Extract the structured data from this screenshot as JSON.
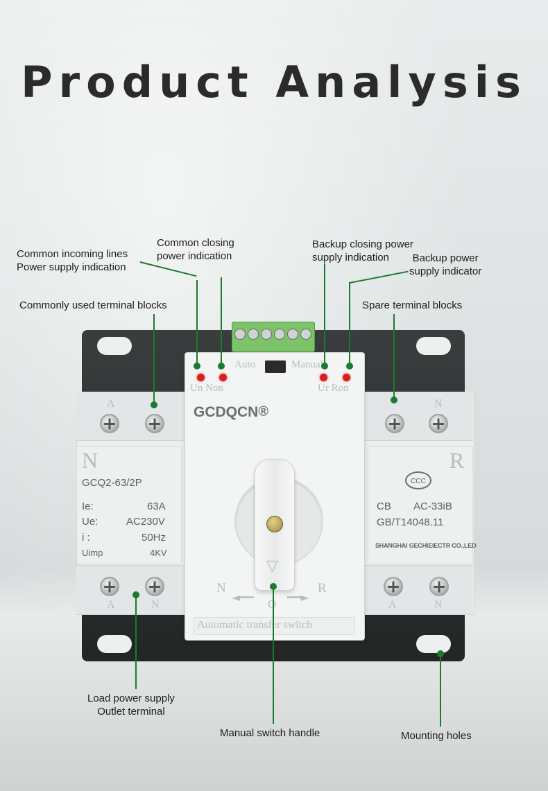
{
  "title": "Product Analysis",
  "callouts": {
    "common_incoming": [
      "Common incoming lines",
      "Power supply indication"
    ],
    "common_closing": [
      "Common closing",
      "power indication"
    ],
    "backup_closing": [
      "Backup closing power",
      "supply indication"
    ],
    "backup_power": [
      "Backup power",
      "supply indicator"
    ],
    "common_terminal": "Commonly used terminal blocks",
    "spare_terminal": "Spare terminal blocks",
    "load_outlet": [
      "Load power supply",
      "Outlet terminal"
    ],
    "manual_handle": "Manual switch handle",
    "mounting_holes": "Mounting holes"
  },
  "device": {
    "brand": "GCDQCN",
    "registered": "®",
    "switch_auto": "Auto",
    "switch_manual": "Manual",
    "led_left": "Un Non",
    "led_right": "Ur Ron",
    "bottom_band": "Automatic transfer switch",
    "terminal_top_left": "A",
    "terminal_top_right": "N",
    "terminal_bottom_left": [
      "A",
      "N"
    ],
    "terminal_bottom_right": [
      "A",
      "N"
    ],
    "dial_n": "N",
    "dial_o": "O",
    "dial_r": "R",
    "left_plate": {
      "badge": "N",
      "model": "GCQ2-63/2P",
      "rows": [
        {
          "k": "Ie:",
          "v": "63A"
        },
        {
          "k": "Ue:",
          "v": "AC230V"
        },
        {
          "k": "i :",
          "v": "50Hz"
        },
        {
          "k": "Uimp",
          "v": "4KV"
        }
      ]
    },
    "right_plate": {
      "badge": "R",
      "cert": "CCC",
      "row1_k": "CB",
      "row1_v": "AC-33iB",
      "row2": "GB/T14048.11",
      "maker": "SHANGHAI GECHIEIECTR CO.,LED"
    }
  },
  "colors": {
    "leader": "#1a7a2e",
    "led": "#d42020",
    "title": "#2b2b2b"
  }
}
